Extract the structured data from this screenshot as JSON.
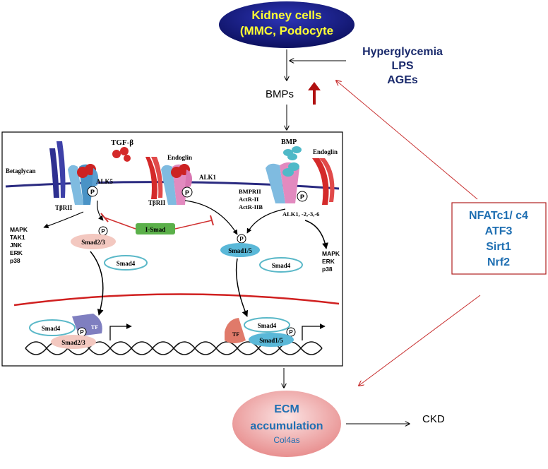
{
  "kidney": {
    "line1": "Kidney cells",
    "line2": "(MMC, Podocyte"
  },
  "stimuli": [
    "Hyperglycemia",
    "LPS",
    "AGEs"
  ],
  "bmps_label": "BMPs",
  "transcription_factors": [
    "NFATc1/ c4",
    "ATF3",
    "Sirt1",
    "Nrf2"
  ],
  "ecm": {
    "line1": "ECM",
    "line2": "accumulation",
    "line3": "Col4as"
  },
  "ckd_label": "CKD",
  "pathway": {
    "tgf_beta": "TGF-β",
    "bmp": "BMP",
    "betaglycan": "Betaglycan",
    "endoglin_left": "Endoglin",
    "endoglin_right": "Endoglin",
    "alk5": "ALK5",
    "alk1": "ALK1",
    "tbrii_left": "TβRII",
    "tbrii_mid": "TβRII",
    "bmpr_types": [
      "BMPRII",
      "ActR-II",
      "ActR-IIB"
    ],
    "alk_types": "ALK1, -2,-3,-6",
    "left_kinases": [
      "MAPK",
      "TAK1",
      "JNK",
      "ERK",
      "p38"
    ],
    "right_kinases": [
      "MAPK",
      "ERK",
      "p38"
    ],
    "i_smad": "I-Smad",
    "smad23": "Smad2/3",
    "smad4_left": "Smad4",
    "smad15": "Smad1/5",
    "smad4_right": "Smad4",
    "nuc_smad4_left": "Smad4",
    "nuc_smad23": "Smad2/3",
    "nuc_smad4_right": "Smad4",
    "nuc_smad15": "Smad1/5",
    "tf_left": "TF",
    "tf_right": "TF",
    "phospho": "P"
  },
  "colors": {
    "kidney_fill": "#1a1f8c",
    "kidney_text": "#ffff33",
    "stimuli_text": "#1a2a6c",
    "tf_text": "#1f6fb2",
    "tf_border": "#b02020",
    "up_arrow": "#b01010",
    "red_arrow": "#c83030",
    "membrane": "#2a2a80",
    "nuclear_membrane": "#d02020",
    "ecm_text": "#1f6fb2",
    "ecm_fill": "#f2a6a6",
    "ismad_fill": "#5bb04a",
    "smad23_fill": "#f3c8c0",
    "smad15_fill": "#5ab8d8",
    "smad_outline": "#5ab8c8"
  }
}
